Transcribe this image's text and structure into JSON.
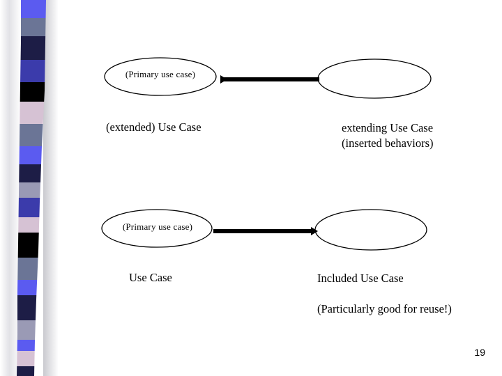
{
  "slide": {
    "background_color": "#ffffff",
    "page_number": "19",
    "decor": {
      "name": "striped-vertical-band",
      "colors": [
        "#5b5bf0",
        "#6b7596",
        "#1d1d46",
        "#3b3bab",
        "#000000",
        "#d6c2d4",
        "#6b7596",
        "#5b5bf0",
        "#1d1d46",
        "#9a9ab5",
        "#3b3bab",
        "#d6c2d4",
        "#000000",
        "#6b7596",
        "#5b5bf0",
        "#1d1d46",
        "#9a9ab5",
        "#5b5bf0",
        "#d6c2d4",
        "#1d1d46",
        "#3b3bab",
        "#000000"
      ]
    }
  },
  "diagram": {
    "stroke_color": "#000000",
    "fill_color": "#ffffff",
    "top_row": {
      "left_ellipse_text": "(Primary use case)",
      "right_ellipse_text": "",
      "arrow_direction": "left",
      "left_caption": "(extended) Use Case",
      "right_caption_line1": "extending Use Case",
      "right_caption_line2": "(inserted behaviors)"
    },
    "bottom_row": {
      "left_ellipse_text": "(Primary use case)",
      "right_ellipse_text": "",
      "arrow_direction": "right",
      "left_caption": "Use Case",
      "right_caption_line1": "Included Use Case",
      "right_caption_line2": "(Particularly good for reuse!)"
    }
  }
}
